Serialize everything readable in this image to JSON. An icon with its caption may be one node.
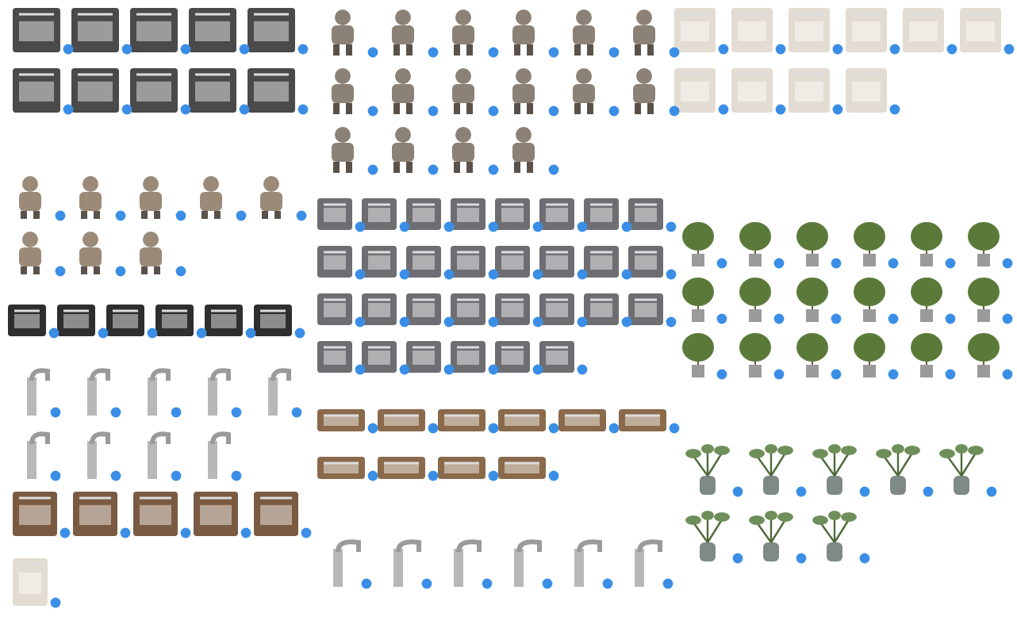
{
  "diagram": {
    "nodes": [
      {
        "text": [],
        "shape": "picture"
      },
      {
        "text": [],
        "shape": "picture"
      },
      {
        "text": [],
        "shape": "picture"
      },
      {
        "text": [],
        "shape": "picture"
      },
      {
        "text": [],
        "shape": "picture"
      },
      {
        "text": [],
        "shape": "picture"
      },
      {
        "text": [],
        "shape": "picture"
      },
      {
        "text": [],
        "shape": "picture"
      },
      {
        "text": [],
        "shape": "picture"
      },
      {
        "text": [],
        "shape": "picture"
      },
      {
        "text": [],
        "shape": "picture"
      },
      {
        "text": [],
        "shape": "picture"
      },
      {
        "text": [],
        "shape": "picture"
      },
      {
        "text": [],
        "shape": "picture"
      },
      {
        "text": [],
        "shape": "picture"
      },
      {
        "text": [],
        "shape": "picture"
      },
      {
        "text": [],
        "shape": "picture"
      },
      {
        "text": [],
        "shape": "picture"
      },
      {
        "text": [],
        "shape": "picture"
      },
      {
        "text": [],
        "shape": "picture"
      },
      {
        "text": [],
        "shape": "picture"
      },
      {
        "text": [],
        "shape": "picture"
      },
      {
        "text": [],
        "shape": "picture"
      },
      {
        "text": [],
        "shape": "picture"
      },
      {
        "text": [],
        "shape": "picture"
      },
      {
        "text": [],
        "shape": "picture"
      },
      {
        "text": [],
        "shape": "picture"
      },
      {
        "text": [],
        "shape": "picture"
      },
      {
        "text": [],
        "shape": "picture"
      },
      {
        "text": [],
        "shape": "picture"
      },
      {
        "text": [],
        "shape": "picture"
      },
      {
        "text": [],
        "shape": "picture"
      },
      {
        "text": [],
        "shape": "picture"
      },
      {
        "text": [],
        "shape": "picture"
      },
      {
        "text": [],
        "shape": "picture"
      },
      {
        "text": [],
        "shape": "picture"
      },
      {
        "text": [],
        "shape": "picture"
      },
      {
        "text": [],
        "shape": "picture"
      },
      {
        "text": [],
        "shape": "picture"
      },
      {
        "text": [],
        "shape": "picture"
      },
      {
        "text": [],
        "shape": "picture"
      },
      {
        "text": [],
        "shape": "picture"
      },
      {
        "text": [],
        "shape": "picture"
      },
      {
        "text": [],
        "shape": "picture"
      },
      {
        "text": [],
        "shape": "picture"
      },
      {
        "text": [],
        "shape": "picture"
      },
      {
        "text": [],
        "shape": "picture"
      },
      {
        "text": [],
        "shape": "picture"
      },
      {
        "text": [],
        "shape": "picture"
      },
      {
        "text": [],
        "shape": "picture"
      },
      {
        "text": [],
        "shape": "picture"
      },
      {
        "text": [],
        "shape": "picture"
      },
      {
        "text": [],
        "shape": "picture"
      },
      {
        "text": [],
        "shape": "picture"
      },
      {
        "text": [],
        "shape": "picture"
      },
      {
        "text": [],
        "shape": "picture"
      },
      {
        "text": [],
        "shape": "picture"
      },
      {
        "text": [],
        "shape": "picture"
      },
      {
        "text": [],
        "shape": "picture"
      },
      {
        "text": [],
        "shape": "picture"
      },
      {
        "text": [],
        "shape": "picture"
      },
      {
        "text": [],
        "shape": "picture"
      },
      {
        "text": [],
        "shape": "picture"
      },
      {
        "text": [],
        "shape": "picture"
      },
      {
        "text": [],
        "shape": "picture"
      },
      {
        "text": [],
        "shape": "picture"
      },
      {
        "text": [],
        "shape": "picture"
      },
      {
        "text": [],
        "shape": "picture"
      },
      {
        "text": [],
        "shape": "picture"
      },
      {
        "text": [],
        "shape": "picture"
      },
      {
        "text": [],
        "shape": "picture"
      },
      {
        "text": [],
        "shape": "picture"
      },
      {
        "text": [],
        "shape": "picture"
      },
      {
        "text": [],
        "shape": "picture"
      },
      {
        "text": [],
        "shape": "picture"
      },
      {
        "text": [],
        "shape": "picture"
      },
      {
        "text": [],
        "shape": "picture"
      },
      {
        "text": [],
        "shape": "picture"
      },
      {
        "text": [],
        "shape": "picture"
      },
      {
        "text": [],
        "shape": "picture"
      },
      {
        "text": [],
        "shape": "picture"
      },
      {
        "text": [],
        "shape": "picture"
      },
      {
        "text": [],
        "shape": "picture"
      },
      {
        "text": [],
        "shape": "picture"
      },
      {
        "text": [],
        "shape": "picture"
      },
      {
        "text": [],
        "shape": "picture"
      },
      {
        "text": [],
        "shape": "picture"
      },
      {
        "text": [],
        "shape": "picture"
      },
      {
        "text": [],
        "shape": "picture"
      },
      {
        "text": [],
        "shape": "picture"
      },
      {
        "text": [],
        "shape": "picture"
      },
      {
        "text": [],
        "shape": "picture"
      },
      {
        "text": [],
        "shape": "picture"
      },
      {
        "text": [],
        "shape": "picture"
      },
      {
        "text": [],
        "shape": "picture"
      },
      {
        "text": [],
        "shape": "picture"
      },
      {
        "text": [],
        "shape": "picture"
      },
      {
        "text": [],
        "shape": "picture"
      },
      {
        "text": [],
        "shape": "picture"
      },
      {
        "text": [],
        "shape": "picture"
      },
      {
        "text": [],
        "shape": "picture"
      },
      {
        "text": [],
        "shape": "picture"
      },
      {
        "text": [],
        "shape": "picture"
      },
      {
        "text": [],
        "shape": "picture"
      },
      {
        "text": [],
        "shape": "picture"
      },
      {
        "text": [],
        "shape": "picture"
      },
      {
        "text": [],
        "shape": "picture"
      },
      {
        "text": [],
        "shape": "picture"
      },
      {
        "text": [],
        "shape": "picture"
      },
      {
        "text": [],
        "shape": "picture"
      },
      {
        "text": [],
        "shape": "picture"
      },
      {
        "text": [],
        "shape": "picture"
      },
      {
        "text": [],
        "shape": "picture"
      },
      {
        "text": [],
        "shape": "picture"
      },
      {
        "text": [],
        "shape": "picture"
      },
      {
        "text": [],
        "shape": "picture"
      },
      {
        "text": [],
        "shape": "picture"
      },
      {
        "text": [],
        "shape": "picture"
      },
      {
        "text": [],
        "shape": "picture"
      },
      {
        "text": [],
        "shape": "picture"
      },
      {
        "text": [],
        "shape": "picture"
      },
      {
        "text": [],
        "shape": "picture"
      },
      {
        "text": [],
        "shape": "picture"
      },
      {
        "text": [],
        "shape": "picture"
      },
      {
        "text": [],
        "shape": "picture"
      },
      {
        "text": [],
        "shape": "picture"
      },
      {
        "text": [],
        "shape": "picture"
      },
      {
        "text": [],
        "shape": "picture"
      },
      {
        "text": [],
        "shape": "picture"
      },
      {
        "text": [],
        "shape": "picture"
      },
      {
        "text": [],
        "shape": "picture"
      },
      {
        "text": [],
        "shape": "picture"
      },
      {
        "text": [],
        "shape": "picture"
      },
      {
        "text": [],
        "shape": "picture"
      },
      {
        "text": [],
        "shape": "picture"
      },
      {
        "text": [],
        "shape": "picture"
      },
      {
        "text": [],
        "shape": "picture"
      }
    ]
  }
}
